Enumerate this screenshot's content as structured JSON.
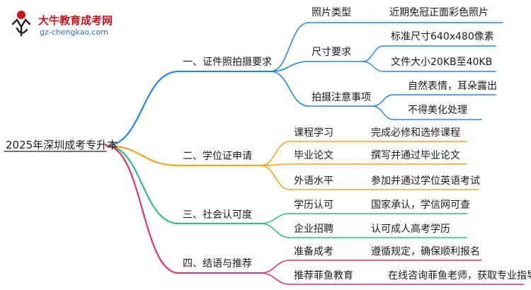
{
  "logo": {
    "title": "大牛教育成考网",
    "url": "gz-chengkao.com"
  },
  "mindmap": {
    "root": "2025年深圳成考专升本",
    "branches": [
      {
        "label": "一、证件照拍摄要求",
        "color": "#1e88e5",
        "children": [
          {
            "label": "照片类型",
            "leaves": [
              "近期免冠正面彩色照片"
            ]
          },
          {
            "label": "尺寸要求",
            "leaves": [
              "标准尺寸640x480像素",
              "文件大小20KB至40KB"
            ]
          },
          {
            "label": "拍摄注意事项",
            "leaves": [
              "自然表情，耳朵露出",
              "不得美化处理"
            ]
          }
        ]
      },
      {
        "label": "二、学位证申请",
        "color": "#f2a516",
        "children": [
          {
            "label": "课程学习",
            "leaves": [
              "完成必修和选修课程"
            ]
          },
          {
            "label": "毕业论文",
            "leaves": [
              "撰写并通过毕业论文"
            ]
          },
          {
            "label": "外语水平",
            "leaves": [
              "参加并通过学位英语考试"
            ]
          }
        ]
      },
      {
        "label": "三、社会认可度",
        "color": "#2ec27e",
        "children": [
          {
            "label": "学历认可",
            "leaves": [
              "国家承认，学信网可查"
            ]
          },
          {
            "label": "企业招聘",
            "leaves": [
              "认可成人高考学历"
            ]
          }
        ]
      },
      {
        "label": "四、结语与推荐",
        "color": "#e8306c",
        "children": [
          {
            "label": "准备成考",
            "leaves": [
              "遵循规定，确保顺利报名"
            ]
          },
          {
            "label": "推荐菲鱼教育",
            "leaves": [
              "在线咨询菲鱼老师，获取专业指导"
            ]
          }
        ]
      }
    ]
  }
}
